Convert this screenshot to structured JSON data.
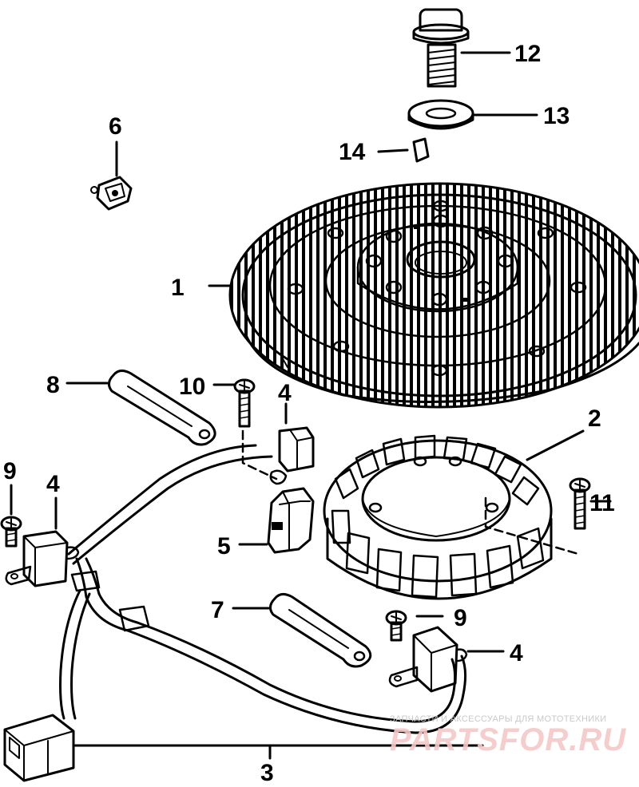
{
  "callouts": [
    {
      "id": "1",
      "label": "1"
    },
    {
      "id": "2",
      "label": "2"
    },
    {
      "id": "3",
      "label": "3"
    },
    {
      "id": "4a",
      "label": "4"
    },
    {
      "id": "4b",
      "label": "4"
    },
    {
      "id": "4c",
      "label": "4"
    },
    {
      "id": "5",
      "label": "5"
    },
    {
      "id": "6",
      "label": "6"
    },
    {
      "id": "7",
      "label": "7"
    },
    {
      "id": "8",
      "label": "8"
    },
    {
      "id": "9a",
      "label": "9"
    },
    {
      "id": "9b",
      "label": "9"
    },
    {
      "id": "10",
      "label": "10"
    },
    {
      "id": "11",
      "label": "11"
    },
    {
      "id": "12",
      "label": "12"
    },
    {
      "id": "13",
      "label": "13"
    },
    {
      "id": "14",
      "label": "14"
    }
  ],
  "watermark": {
    "tagline": "ЗАПЧАСТИ И АКСЕССУАРЫ ДЛЯ МОТОТЕХНИКИ",
    "brand": "PARTSFOR.RU",
    "color": "#f4c8c8"
  }
}
